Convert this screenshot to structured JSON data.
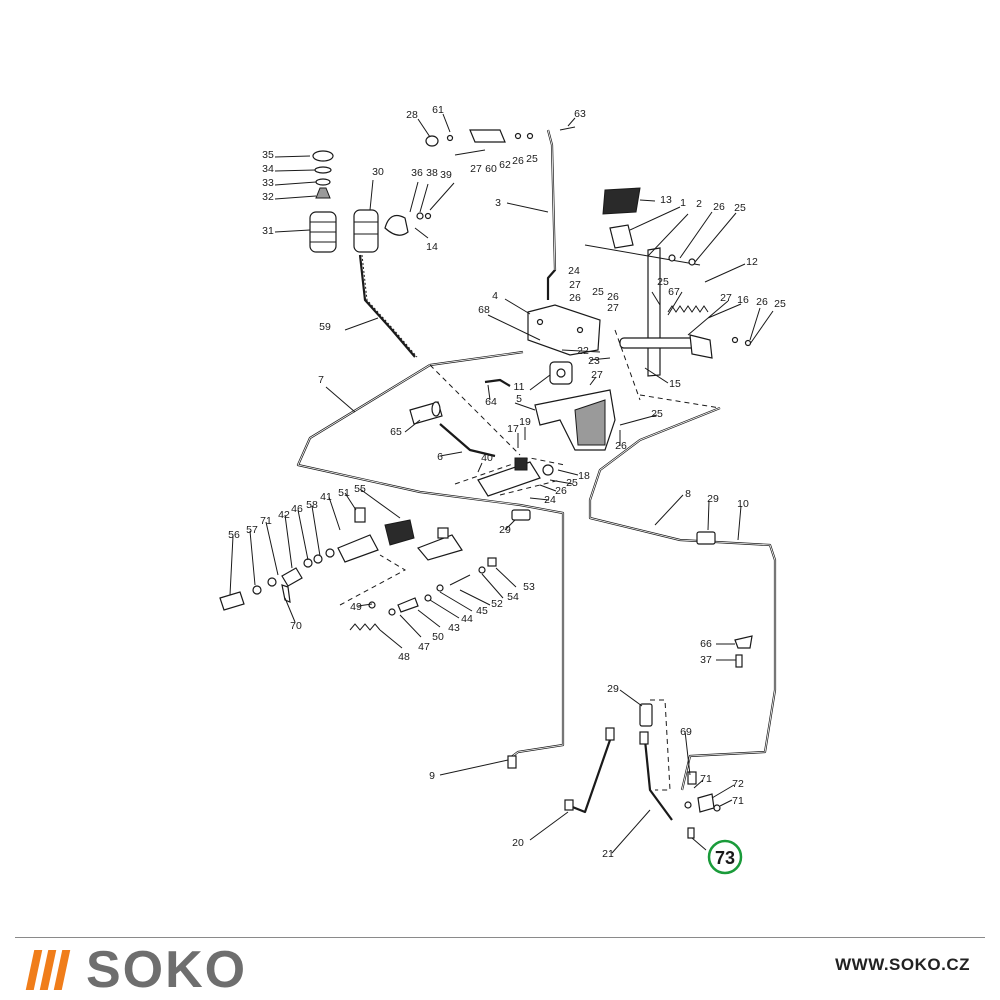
{
  "highlight_color": "#1a9b3a",
  "brand_color": "#f07d1a",
  "footer": {
    "logo_text": "SOKO",
    "website": "WWW.SOKO.CZ"
  },
  "highlighted_part": "73",
  "parts": [
    {
      "id": "p28",
      "label": "28"
    },
    {
      "id": "p61",
      "label": "61"
    },
    {
      "id": "p63",
      "label": "63"
    },
    {
      "id": "p27a",
      "label": "27"
    },
    {
      "id": "p60",
      "label": "60"
    },
    {
      "id": "p62",
      "label": "62"
    },
    {
      "id": "p26a",
      "label": "26"
    },
    {
      "id": "p25a",
      "label": "25"
    },
    {
      "id": "p35",
      "label": "35"
    },
    {
      "id": "p34",
      "label": "34"
    },
    {
      "id": "p33",
      "label": "33"
    },
    {
      "id": "p32",
      "label": "32"
    },
    {
      "id": "p31",
      "label": "31"
    },
    {
      "id": "p30",
      "label": "30"
    },
    {
      "id": "p36",
      "label": "36"
    },
    {
      "id": "p38",
      "label": "38"
    },
    {
      "id": "p39",
      "label": "39"
    },
    {
      "id": "p14",
      "label": "14"
    },
    {
      "id": "p3",
      "label": "3"
    },
    {
      "id": "p13",
      "label": "13"
    },
    {
      "id": "p1",
      "label": "1"
    },
    {
      "id": "p2",
      "label": "2"
    },
    {
      "id": "p26b",
      "label": "26"
    },
    {
      "id": "p25b",
      "label": "25"
    },
    {
      "id": "p12",
      "label": "12"
    },
    {
      "id": "p24a",
      "label": "24"
    },
    {
      "id": "p27b",
      "label": "27"
    },
    {
      "id": "p26c",
      "label": "26"
    },
    {
      "id": "p25c",
      "label": "25"
    },
    {
      "id": "p26d",
      "label": "26"
    },
    {
      "id": "p27c",
      "label": "27"
    },
    {
      "id": "p4",
      "label": "4"
    },
    {
      "id": "p25d",
      "label": "25"
    },
    {
      "id": "p67",
      "label": "67"
    },
    {
      "id": "p27d",
      "label": "27"
    },
    {
      "id": "p16",
      "label": "16"
    },
    {
      "id": "p26e",
      "label": "26"
    },
    {
      "id": "p25e",
      "label": "25"
    },
    {
      "id": "p59",
      "label": "59"
    },
    {
      "id": "p68",
      "label": "68"
    },
    {
      "id": "p22",
      "label": "22"
    },
    {
      "id": "p23",
      "label": "23"
    },
    {
      "id": "p15",
      "label": "15"
    },
    {
      "id": "p7",
      "label": "7"
    },
    {
      "id": "p27e",
      "label": "27"
    },
    {
      "id": "p11",
      "label": "11"
    },
    {
      "id": "p64",
      "label": "64"
    },
    {
      "id": "p5",
      "label": "5"
    },
    {
      "id": "p25f",
      "label": "25"
    },
    {
      "id": "p26f",
      "label": "26"
    },
    {
      "id": "p65",
      "label": "65"
    },
    {
      "id": "p17",
      "label": "17"
    },
    {
      "id": "p19",
      "label": "19"
    },
    {
      "id": "p6",
      "label": "6"
    },
    {
      "id": "p40",
      "label": "40"
    },
    {
      "id": "p18",
      "label": "18"
    },
    {
      "id": "p25g",
      "label": "25"
    },
    {
      "id": "p26g",
      "label": "26"
    },
    {
      "id": "p24b",
      "label": "24"
    },
    {
      "id": "p8",
      "label": "8"
    },
    {
      "id": "p29a",
      "label": "29"
    },
    {
      "id": "p10",
      "label": "10"
    },
    {
      "id": "p41",
      "label": "41"
    },
    {
      "id": "p51",
      "label": "51"
    },
    {
      "id": "p55",
      "label": "55"
    },
    {
      "id": "p46",
      "label": "46"
    },
    {
      "id": "p58",
      "label": "58"
    },
    {
      "id": "p42",
      "label": "42"
    },
    {
      "id": "p71a",
      "label": "71"
    },
    {
      "id": "p57",
      "label": "57"
    },
    {
      "id": "p56",
      "label": "56"
    },
    {
      "id": "p70",
      "label": "70"
    },
    {
      "id": "p29b",
      "label": "29"
    },
    {
      "id": "p53",
      "label": "53"
    },
    {
      "id": "p54",
      "label": "54"
    },
    {
      "id": "p52",
      "label": "52"
    },
    {
      "id": "p45",
      "label": "45"
    },
    {
      "id": "p44",
      "label": "44"
    },
    {
      "id": "p43",
      "label": "43"
    },
    {
      "id": "p50",
      "label": "50"
    },
    {
      "id": "p47",
      "label": "47"
    },
    {
      "id": "p49",
      "label": "49"
    },
    {
      "id": "p48",
      "label": "48"
    },
    {
      "id": "p66",
      "label": "66"
    },
    {
      "id": "p37",
      "label": "37"
    },
    {
      "id": "p29c",
      "label": "29"
    },
    {
      "id": "p69",
      "label": "69"
    },
    {
      "id": "p9",
      "label": "9"
    },
    {
      "id": "p71b",
      "label": "71"
    },
    {
      "id": "p72",
      "label": "72"
    },
    {
      "id": "p71c",
      "label": "71"
    },
    {
      "id": "p20",
      "label": "20"
    },
    {
      "id": "p21",
      "label": "21"
    }
  ]
}
